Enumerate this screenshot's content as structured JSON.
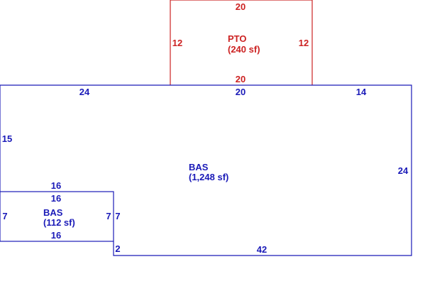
{
  "colors": {
    "main": "#1a1ab8",
    "patio": "#cc2222"
  },
  "areas": {
    "patio": {
      "code": "PTO",
      "area": "(240 sf)"
    },
    "main": {
      "code": "BAS",
      "area": "(1,248 sf)"
    },
    "addition": {
      "code": "BAS",
      "area": "(112 sf)"
    }
  },
  "dims": {
    "patio_top": "20",
    "patio_left": "12",
    "patio_right": "12",
    "patio_bottom": "20",
    "main_top_left": "24",
    "main_top_mid": "20",
    "main_top_right": "14",
    "main_left": "15",
    "main_right": "24",
    "main_bottom": "42",
    "main_bottom_step": "2",
    "addition_top_outer": "16",
    "addition_top_inner": "16",
    "addition_left": "7",
    "addition_right_inner": "7",
    "addition_right_outer": "7",
    "addition_bottom": "16"
  }
}
